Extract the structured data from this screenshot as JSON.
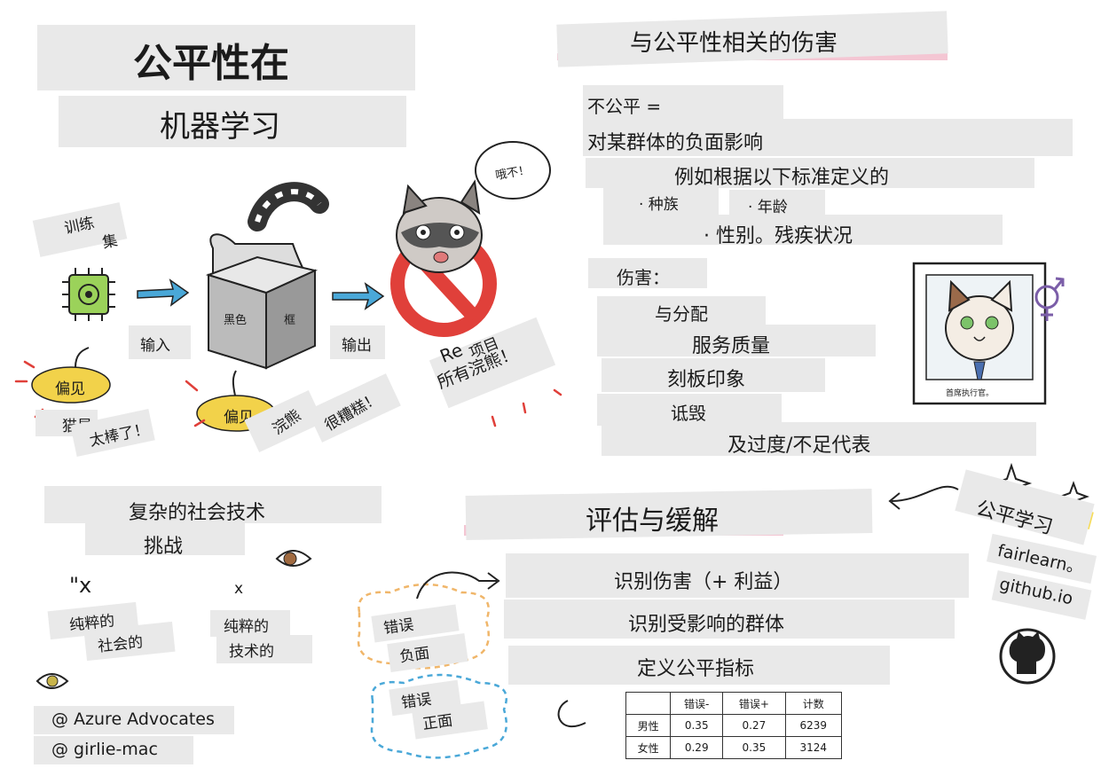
{
  "title": {
    "line1": "公平性在",
    "line2": "机器学习"
  },
  "pipeline": {
    "training_set_line1": "训练",
    "training_set_line2": "集",
    "input": "输入",
    "output": "输出",
    "box_label1": "黑色",
    "box_label2": "框",
    "bias_left": "偏见",
    "bias_center": "偏见",
    "cats_great_line1": "猫是",
    "cats_great_line2": "太棒了！",
    "raccoon_bad_line1": "浣熊",
    "raccoon_bad_line2": "很糟糕！",
    "speech": "哦不！",
    "reject_line1": "项目",
    "reject_line2": "所有浣熊！",
    "reject_prefix": "Re"
  },
  "harms": {
    "header": "与公平性相关的伤害",
    "unfair": "不公平 =",
    "negative_impact": "对某群体的负面影响",
    "defined_by": "例如根据以下标准定义的",
    "criteria": [
      "· 种族",
      "· 年龄",
      "· 性别。残疾状况"
    ],
    "harms_label": "伤害：",
    "harm_items": [
      "与分配",
      "服务质量",
      "刻板印象",
      "诋毁",
      "及过度/不足代表"
    ],
    "portrait_caption": "首席执行官。"
  },
  "sociotech": {
    "header_line1": "复杂的社会技术",
    "header_line2": "挑战",
    "x_left": "\"x",
    "x_right": "x",
    "pure_social_line1": "纯粹的",
    "pure_social_line2": "社会的",
    "pure_tech_line1": "纯粹的",
    "pure_tech_line2": "技术的"
  },
  "credits": [
    "@ Azure Advocates",
    "@ girlie-mac"
  ],
  "assess": {
    "header": "评估与缓解",
    "steps": [
      "识别伤害（+ 利益）",
      "识别受影响的群体",
      "定义公平指标"
    ],
    "false_negative_line1": "错误",
    "false_negative_line2": "负面",
    "false_positive_line1": "错误",
    "false_positive_line2": "正面",
    "table": {
      "headers": [
        "",
        "错误-",
        "错误+",
        "计数"
      ],
      "rows": [
        [
          "男性",
          "0.35",
          "0.27",
          "6239"
        ],
        [
          "女性",
          "0.29",
          "0.35",
          "3124"
        ]
      ]
    }
  },
  "fairlearn": {
    "tag": "公平学习",
    "url_line1": "fairlearn。",
    "url_line2": "github.io"
  },
  "colors": {
    "yellow": "#f2d24a",
    "blue": "#4aa8d8",
    "red": "#e0403a",
    "pink": "#e8a0b0",
    "tape": "#e9e9e9"
  }
}
